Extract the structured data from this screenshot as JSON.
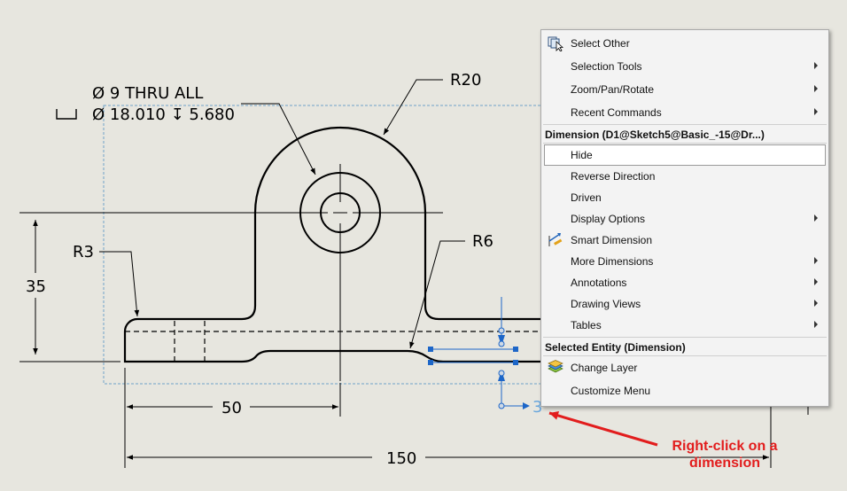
{
  "drawing": {
    "hole_callout_line1": "Ø 9 THRU ALL",
    "hole_callout_line2": "Ø 18.010 ↧ 5.680",
    "radius_top": "R20",
    "radius_left": "R3",
    "radius_right": "R6",
    "dim_height": "35",
    "dim_hole_pos": "50",
    "dim_overall": "150",
    "dim_selected": "3"
  },
  "context_menu": {
    "items_top": [
      {
        "label": "Select Other",
        "icon": "select-other-icon",
        "submenu": false
      },
      {
        "label": "Selection Tools",
        "submenu": true
      },
      {
        "label": "Zoom/Pan/Rotate",
        "submenu": true
      },
      {
        "label": "Recent Commands",
        "submenu": true
      }
    ],
    "dimension_header": "Dimension (D1@Sketch5@Basic_-15@Dr...)",
    "dimension_items": [
      {
        "label": "Hide",
        "highlighted": true
      },
      {
        "label": "Reverse Direction"
      },
      {
        "label": "Driven"
      },
      {
        "label": "Display Options",
        "submenu": true
      },
      {
        "label": "Smart Dimension",
        "icon": "smart-dimension-icon"
      },
      {
        "label": "More Dimensions",
        "submenu": true
      },
      {
        "label": "Annotations",
        "submenu": true
      },
      {
        "label": "Drawing Views",
        "submenu": true
      },
      {
        "label": "Tables",
        "submenu": true
      }
    ],
    "entity_header": "Selected Entity (Dimension)",
    "entity_items": [
      {
        "label": "Change Layer",
        "icon": "change-layer-icon"
      },
      {
        "label": "Customize Menu"
      }
    ]
  },
  "annotation": {
    "callout_text_line1": "Right-click on a",
    "callout_text_line2": "dimension",
    "color": "#e21d1d"
  },
  "colors": {
    "background": "#e7e6df",
    "selection": "#1d66c8",
    "view_boundary": "#6fa3c8"
  }
}
